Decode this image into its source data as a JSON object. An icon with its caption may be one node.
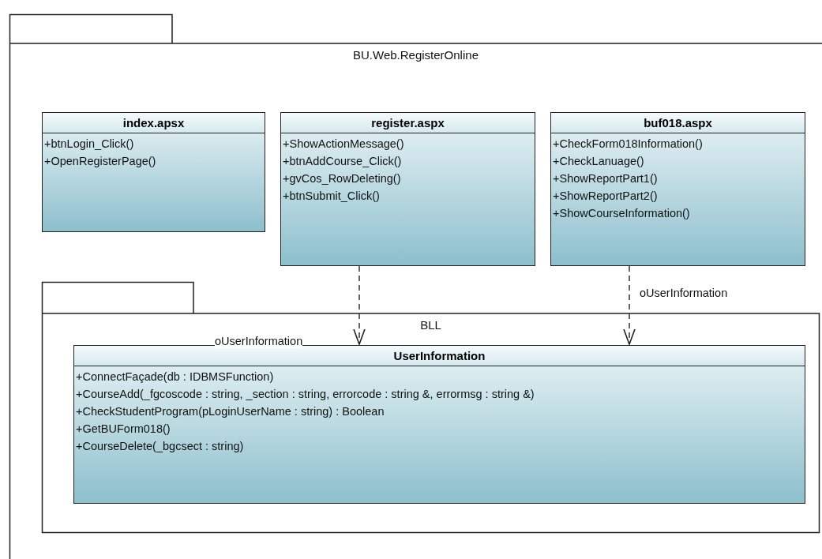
{
  "diagram": {
    "nodes": [
      {
        "text": [
          "BU.Web.RegisterOnline"
        ]
      },
      {
        "text": [
          "index.apsx",
          "+btnLogin_Click()",
          "+OpenRegisterPage()"
        ],
        "in": 0
      },
      {
        "text": [
          "register.aspx",
          "+ShowActionMessage()",
          "+btnAddCourse_Click()",
          "+gvCos_RowDeleting()",
          "+btnSubmit_Click()"
        ],
        "in": 0
      },
      {
        "text": [
          "buf018.aspx",
          "+CheckForm018Information()",
          "+CheckLanuage()",
          "+ShowReportPart1()",
          "+ShowReportPart2()",
          "+ShowCourseInformation()"
        ],
        "in": 0
      },
      {
        "text": [
          "BLL"
        ],
        "in": 0
      },
      {
        "text": [
          "UserInformation",
          "+ConnectFaçade(db : IDBMSFunction)",
          "+CourseAdd(_fgcoscode : string, _section : string, errorcode :  string &, errormsg : string  &)",
          "+CheckStudentProgram(pLoginUserName : string) : Boolean",
          "+GetBUForm018()",
          "+CourseDelete(_bgcsect : string)"
        ],
        "in": 4
      }
    ],
    "edges": [
      {
        "from": 2,
        "to": 5,
        "arrow": "to",
        "style": "dashed",
        "label": "oUserInformation"
      },
      {
        "from": 3,
        "to": 5,
        "arrow": "to",
        "style": "dashed",
        "label": "oUserInformation"
      }
    ]
  }
}
